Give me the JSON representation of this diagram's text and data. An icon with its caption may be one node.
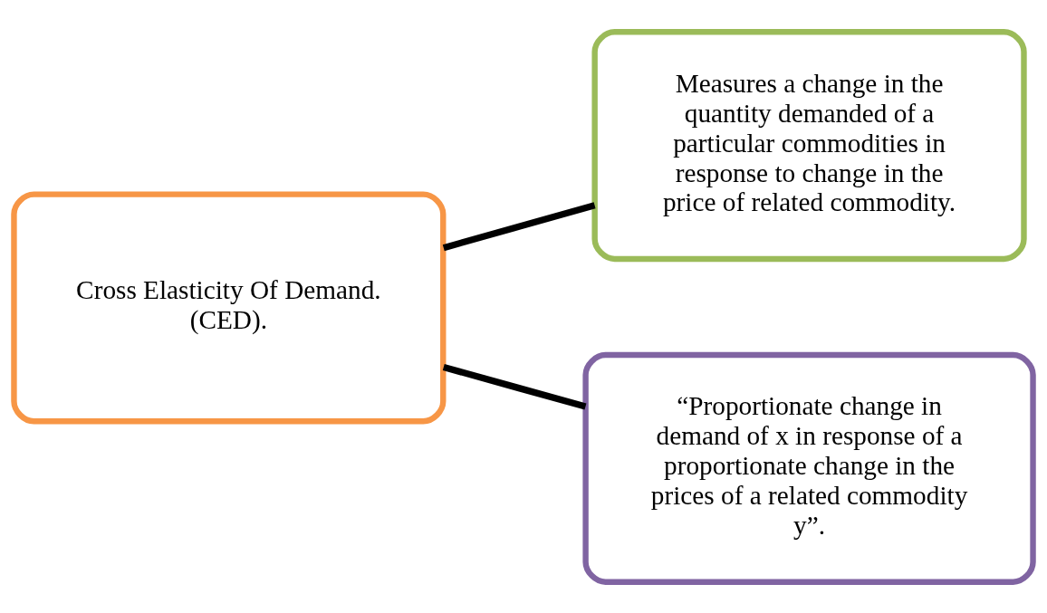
{
  "diagram": {
    "nodes": [
      {
        "text": [
          "Cross Elasticity Of Demand. (CED)."
        ]
      },
      {
        "text": [
          "Measures a change in the quantity demanded of a particular commodities in response to change in the price of related commodity."
        ]
      },
      {
        "text": [
          "“Proportionate change in demand of x in response of a proportionate change in the prices of a related commodity y”."
        ]
      }
    ],
    "edges": [
      {
        "from": 0,
        "to": 1,
        "arrow": "none"
      },
      {
        "from": 0,
        "to": 2,
        "arrow": "none"
      }
    ]
  }
}
